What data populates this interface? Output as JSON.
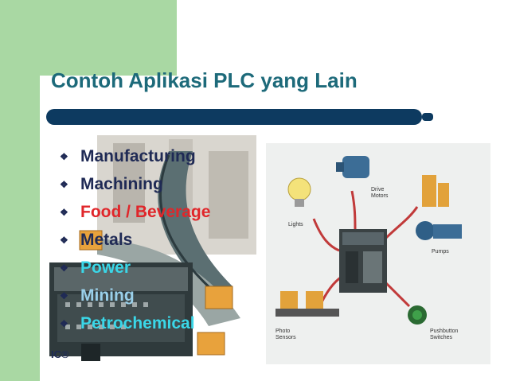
{
  "slide": {
    "title": "Contoh Aplikasi PLC yang Lain",
    "corner_label": "IC®"
  },
  "bullets": [
    {
      "label": "Manufacturing",
      "color": "#1f2a55"
    },
    {
      "label": "Machining",
      "color": "#1f2a55"
    },
    {
      "label": "Food / Beverage",
      "color": "#e0262a"
    },
    {
      "label": "Metals",
      "color": "#1f2a55"
    },
    {
      "label": "Power",
      "color": "#3ad7e8"
    },
    {
      "label": "Mining",
      "color": "#9ad0ea"
    },
    {
      "label": "Petrochemical",
      "color": "#3ad7e8"
    }
  ],
  "diagram": {
    "labels": {
      "lights": "Lights",
      "drive": "Drive",
      "motors": "Motors",
      "pumps": "Pumps",
      "photo": "Photo",
      "sensors": "Sensors",
      "pushbutton": "Pushbutton",
      "switches": "Switches"
    }
  },
  "bullet_icon": "diamond-bullet-icon",
  "colors": {
    "title": "#1d6a7a",
    "title_bar": "#0d3a60",
    "green": "#a9d8a3"
  }
}
